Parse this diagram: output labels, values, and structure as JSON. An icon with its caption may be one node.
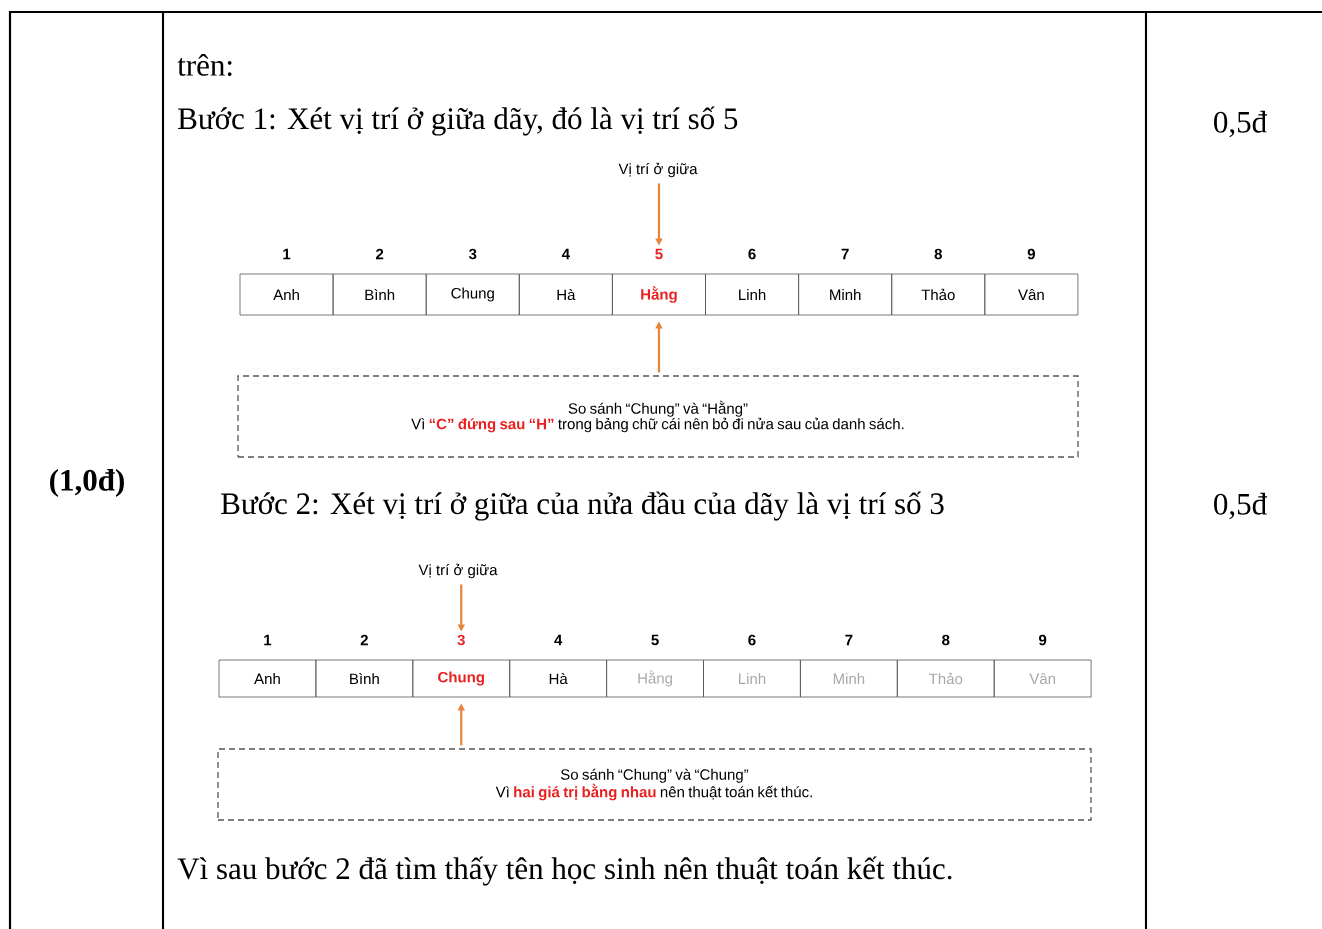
{
  "diagram": {
    "nodes": [
      {
        "text": [
          "Vị trí ở giữa"
        ]
      },
      {
        "text": [
          "1",
          "Anh"
        ]
      },
      {
        "text": [
          "2",
          "Bình"
        ]
      },
      {
        "text": [
          "3",
          "Chung"
        ]
      },
      {
        "text": [
          "4",
          "Hà"
        ]
      },
      {
        "text": [
          "5",
          "Hằng"
        ]
      },
      {
        "text": [
          "6",
          "Linh"
        ]
      },
      {
        "text": [
          "7",
          "Minh"
        ]
      },
      {
        "text": [
          "8",
          "Thảo"
        ]
      },
      {
        "text": [
          "9",
          "Vân"
        ]
      },
      {
        "text": [
          "So sánh “Chung” và “Hằng”",
          "Vì **“C” đứng sau “H”** trong bảng chữ cái nên bỏ đi nửa sau của danh sách."
        ]
      },
      {
        "text": [
          "Vị trí ở giữa"
        ]
      },
      {
        "text": [
          "1",
          "Anh"
        ]
      },
      {
        "text": [
          "2",
          "Bình"
        ]
      },
      {
        "text": [
          "3",
          "Chung"
        ]
      },
      {
        "text": [
          "4",
          "Hà"
        ]
      },
      {
        "text": [
          "5",
          "Hằng"
        ]
      },
      {
        "text": [
          "6",
          "Linh"
        ]
      },
      {
        "text": [
          "7",
          "Minh"
        ]
      },
      {
        "text": [
          "8",
          "Thảo"
        ]
      },
      {
        "text": [
          "9",
          "Vân"
        ]
      },
      {
        "text": [
          "So sánh “Chung” và “Chung”",
          "Vì **hai giá trị bằng nhau** nên thuật toán kết thúc."
        ]
      }
    ],
    "edges": [
      {
        "from": 0,
        "to": 5,
        "arrow": "to"
      },
      {
        "from": 10,
        "to": 5,
        "arrow": "to"
      },
      {
        "from": 11,
        "to": 14,
        "arrow": "to"
      },
      {
        "from": 21,
        "to": 14,
        "arrow": "to"
      }
    ],
    "labels": [
      "trên:",
      "Bước 1: Xét vị trí ở giữa dãy, đó là vị trí số 5",
      "0,5đ",
      "(1,0đ)",
      "Bước 2: Xét vị trí ở giữa của nửa đầu của dãy là vị trí số 3",
      "0,5đ",
      "Vì sau bước 2 đã tìm thấy tên học sinh nên thuật toán kết thúc."
    ]
  }
}
